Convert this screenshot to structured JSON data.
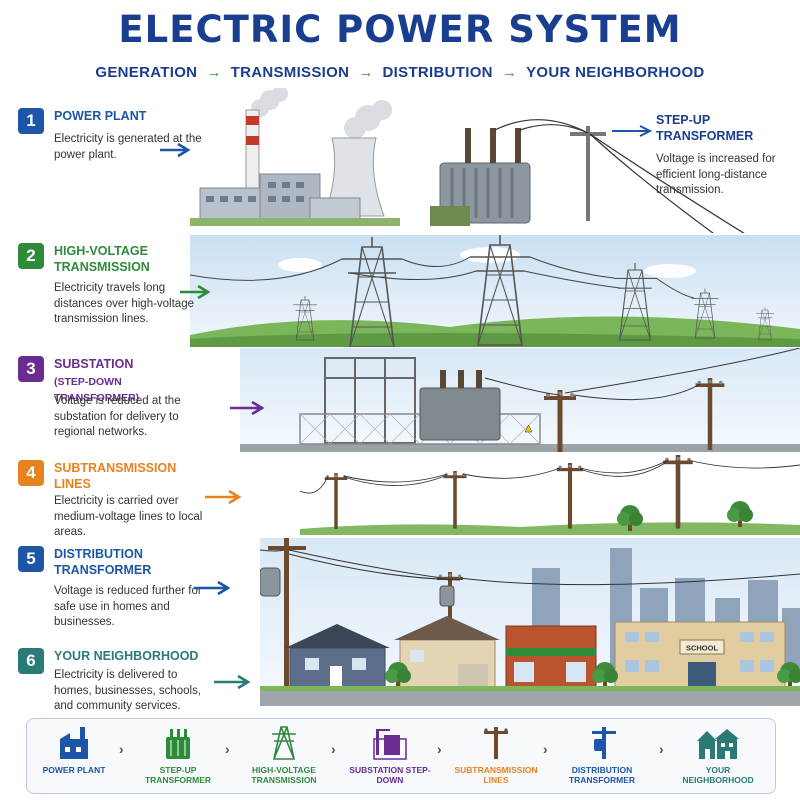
{
  "title": "ELECTRIC POWER SYSTEM",
  "flow": [
    "GENERATION",
    "TRANSMISSION",
    "DISTRIBUTION",
    "YOUR NEIGHBORHOOD"
  ],
  "flow_arrow": "→",
  "colors": {
    "navy": "#1a3e8f",
    "green": "#2e8b3a",
    "purple": "#6a2c91",
    "orange": "#e8821e",
    "blue": "#1d56a8",
    "teal": "#2a7a78"
  },
  "steps": [
    {
      "num": "1",
      "title": "POWER PLANT",
      "desc": "Electricity is generated at the power plant.",
      "color": "#1d56a8"
    },
    {
      "num": "2",
      "title": "HIGH-VOLTAGE TRANSMISSION",
      "desc": "Electricity travels long distances over high-voltage transmission lines.",
      "color": "#2e8b3a"
    },
    {
      "num": "3",
      "title": "SUBSTATION",
      "subtitle": "(STEP-DOWN TRANSFORMER)",
      "desc": "Voltage is reduced at the substation for delivery to regional networks.",
      "color": "#6a2c91"
    },
    {
      "num": "4",
      "title": "SUBTRANSMISSION LINES",
      "desc": "Electricity is carried over medium-voltage lines to local areas.",
      "color": "#e8821e"
    },
    {
      "num": "5",
      "title": "DISTRIBUTION TRANSFORMER",
      "desc": "Voltage is reduced further for safe use in homes and businesses.",
      "color": "#1d56a8"
    },
    {
      "num": "6",
      "title": "YOUR NEIGHBORHOOD",
      "desc": "Electricity is delivered to homes, businesses, schools, and community services.",
      "color": "#2a7a78"
    }
  ],
  "stepup": {
    "title": "STEP-UP TRANSFORMER",
    "desc": "Voltage is increased for efficient long-distance transmission."
  },
  "school_sign": "SCHOOL",
  "bottom": [
    {
      "label": "POWER PLANT",
      "color": "#1d56a8",
      "icon": "factory-icon"
    },
    {
      "label": "STEP-UP TRANSFORMER",
      "color": "#2e8b3a",
      "icon": "transformer-icon"
    },
    {
      "label": "HIGH-VOLTAGE TRANSMISSION",
      "color": "#2e8b3a",
      "icon": "pylon-icon"
    },
    {
      "label": "SUBSTATION STEP-DOWN",
      "color": "#6a2c91",
      "icon": "substation-icon"
    },
    {
      "label": "SUBTRANSMISSION LINES",
      "color": "#e8821e",
      "icon": "pole-icon"
    },
    {
      "label": "DISTRIBUTION TRANSFORMER",
      "color": "#1d56a8",
      "icon": "pole-transformer-icon"
    },
    {
      "label": "YOUR NEIGHBORHOOD",
      "color": "#2a7a78",
      "icon": "houses-icon"
    }
  ],
  "bottom_sep": "›"
}
